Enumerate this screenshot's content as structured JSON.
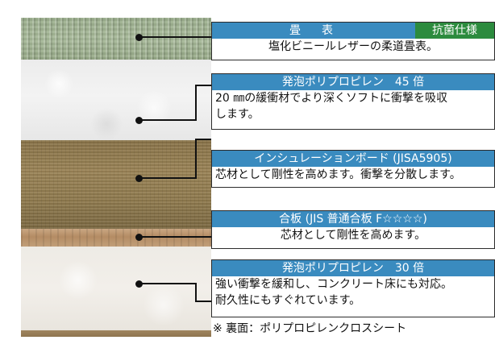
{
  "callouts": [
    {
      "title": "畳　表",
      "badge": "抗菌仕様",
      "lines": [
        "塩化ビニールレザーの柔道畳表。"
      ]
    },
    {
      "title": "発泡ポリプロピレン　45 倍",
      "lines": [
        "20 ㎜の緩衝材でより深くソフトに衝撃を吸収",
        "します。"
      ]
    },
    {
      "title": "インシュレーションボード (JISA5905)",
      "lines": [
        "芯材として剛性を高めます。衝撃を分散します。"
      ]
    },
    {
      "title": "合板 (JIS 普通合板 F☆☆☆☆)",
      "lines": [
        "芯材として剛性を高めます。"
      ]
    },
    {
      "title": "発泡ポリプロピレン　30 倍",
      "lines": [
        "強い衝撃を緩和し、コンクリート床にも対応。",
        "耐久性にもすぐれています。"
      ]
    }
  ],
  "note": "※ 裏面：ポリプロピレンクロスシート",
  "colors": {
    "header_blue": "#3a8bbf",
    "badge_green": "#2c8b3e",
    "line": "#111111"
  }
}
